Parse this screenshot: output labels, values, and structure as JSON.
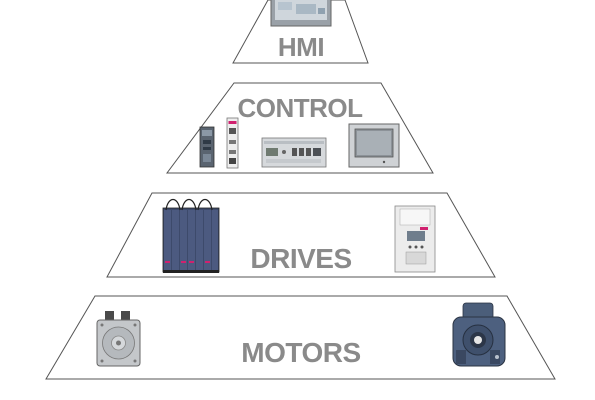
{
  "tiers": [
    {
      "label": "HMI"
    },
    {
      "label": "CONTROL"
    },
    {
      "label": "DRIVES"
    },
    {
      "label": "MOTORS"
    }
  ],
  "colors": {
    "outline": "#555555",
    "label": "#8a8a8a",
    "drive_blue": "#3d4a6b",
    "accent_pink": "#d0216f"
  }
}
